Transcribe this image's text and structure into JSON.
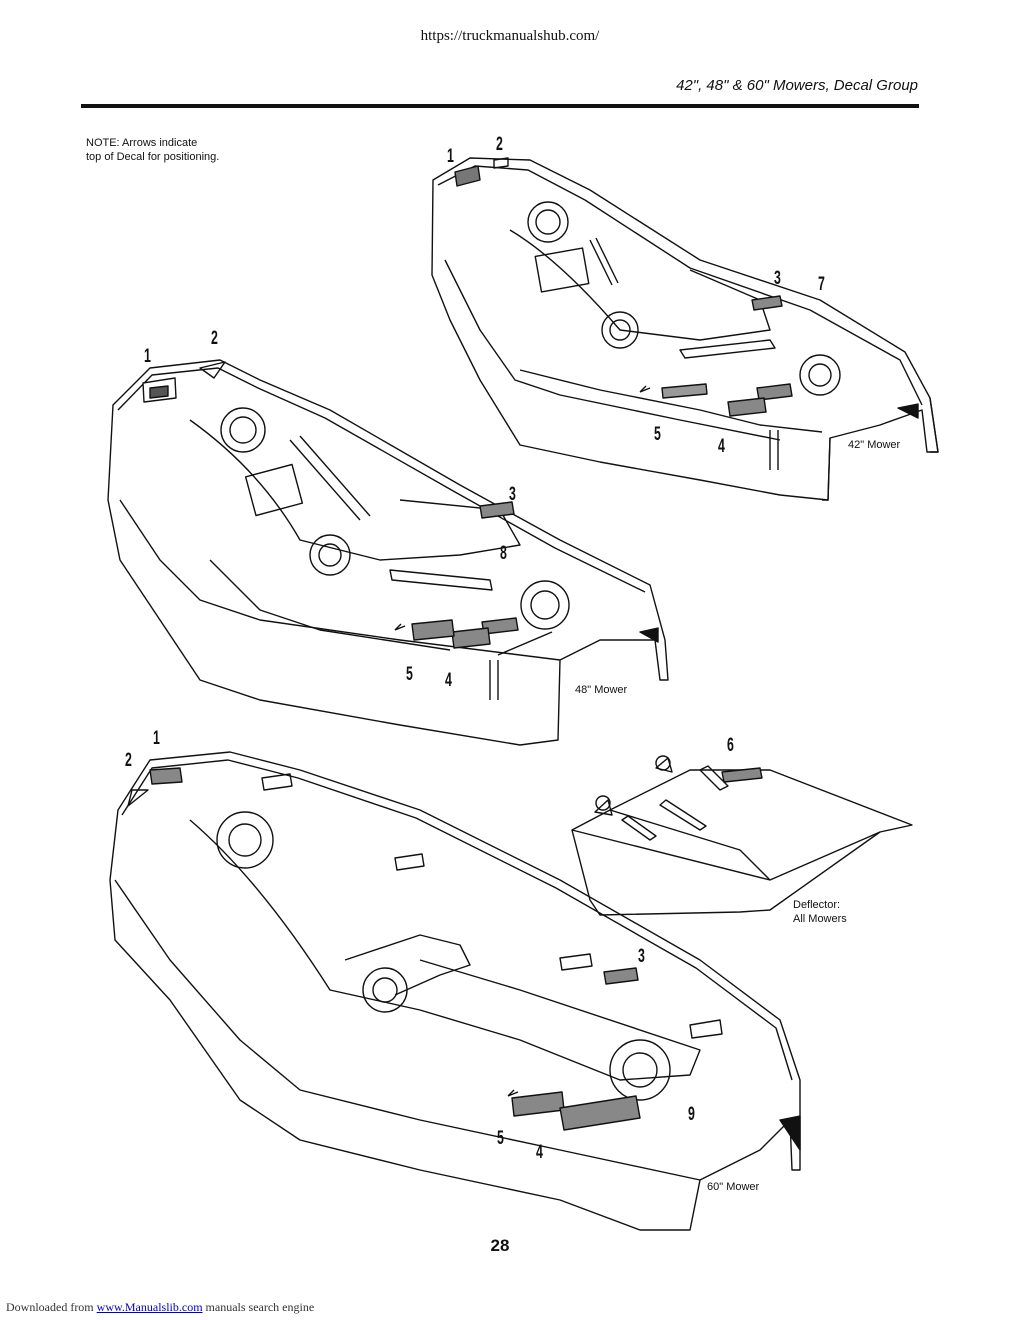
{
  "header": {
    "url": "https://truckmanualshub.com/",
    "title": "42\", 48\" & 60\" Mowers, Decal Group"
  },
  "note": "NOTE: Arrows indicate\ntop of Decal for positioning.",
  "figures": {
    "mower42": {
      "label": "42\" Mower",
      "callouts": [
        "1",
        "2",
        "3",
        "7",
        "5",
        "4"
      ]
    },
    "mower48": {
      "label": "48\" Mower",
      "callouts": [
        "1",
        "2",
        "3",
        "8",
        "5",
        "4"
      ]
    },
    "mower60": {
      "label": "60\" Mower",
      "callouts": [
        "1",
        "2",
        "3",
        "9",
        "5",
        "4"
      ]
    },
    "deflector": {
      "label": "Deflector:\nAll Mowers",
      "callouts": [
        "6"
      ]
    }
  },
  "page_number": "28",
  "footer": {
    "prefix": "Downloaded from ",
    "link": "www.Manualslib.com",
    "suffix": " manuals search engine"
  }
}
